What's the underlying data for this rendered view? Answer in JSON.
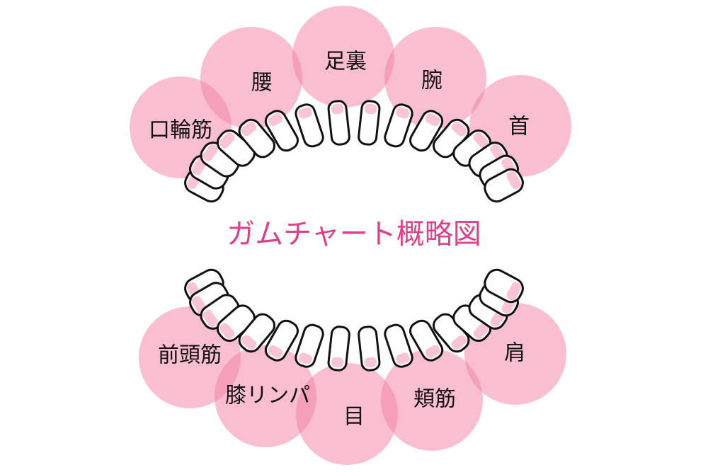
{
  "title": "ガムチャート概略図",
  "colors": {
    "zone_fill": "#f47fa4",
    "tooth_outline": "#111111",
    "tooth_fill": "#ffffff",
    "gum_tint": "#f7b6cb",
    "title": "#e0408a"
  },
  "upper_zones": [
    {
      "label": "口輪筋"
    },
    {
      "label": "腰"
    },
    {
      "label": "足裏"
    },
    {
      "label": "腕"
    },
    {
      "label": "首"
    }
  ],
  "lower_zones": [
    {
      "label": "前頭筋"
    },
    {
      "label": "膝リンパ"
    },
    {
      "label": "目"
    },
    {
      "label": "頬筋"
    },
    {
      "label": "肩"
    }
  ]
}
